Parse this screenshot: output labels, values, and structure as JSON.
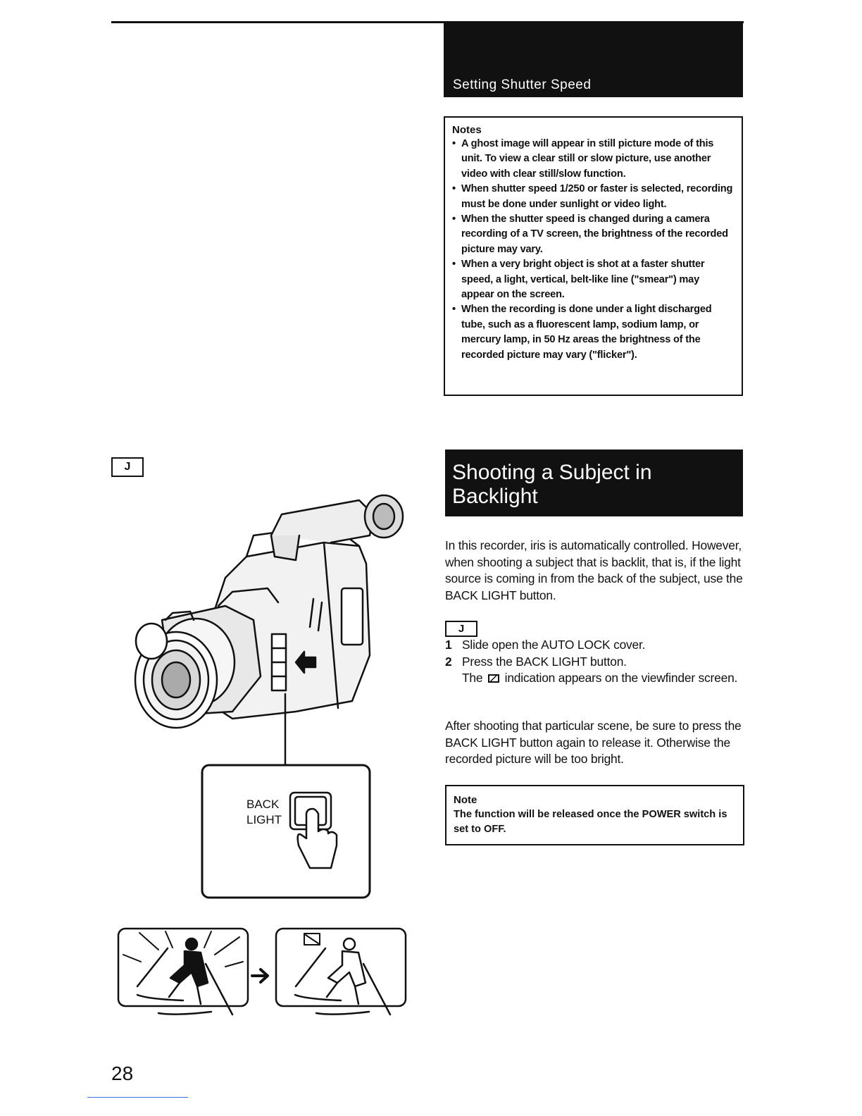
{
  "page": {
    "number": "28"
  },
  "shutter_section": {
    "title": "Setting Shutter Speed",
    "notes_title": "Notes",
    "notes": [
      "A ghost image will appear in still picture mode of this unit. To view a clear still or slow picture, use another video with clear still/slow function.",
      "When shutter speed 1/250 or faster is selected, recording must be done under sunlight or video light.",
      "When the shutter speed is changed during a camera recording of a TV screen, the brightness of the recorded picture may vary.",
      "When a very bright object is shot at a faster shutter speed, a light, vertical, belt-like line (\"smear\") may appear on the screen.",
      "When the recording is done under a light discharged tube, such as a fluorescent lamp, sodium lamp, or mercury lamp, in 50 Hz areas the brightness of the recorded picture may vary (\"flicker\")."
    ]
  },
  "backlight_section": {
    "title_line1": "Shooting a Subject in",
    "title_line2": "Backlight",
    "intro": "In this recorder, iris is automatically controlled. However, when shooting a subject that is backlit, that is, if the light source is coming in from the back of the subject, use the BACK LIGHT button.",
    "mode_label": "J",
    "steps": [
      {
        "num": "1",
        "text": "Slide open the AUTO LOCK cover."
      },
      {
        "num": "2",
        "text": "Press the BACK LIGHT button.",
        "sub_before": "The",
        "sub_after": "indication appears on the viewfinder screen."
      }
    ],
    "after": "After shooting that particular scene, be sure to press the BACK LIGHT button again to release it. Otherwise the recorded picture will be too bright.",
    "note_title": "Note",
    "note_text": "The function will be released once the POWER switch is set to OFF."
  },
  "illustration": {
    "mode_label": "J",
    "button_label_line1": "BACK",
    "button_label_line2": "LIGHT"
  }
}
